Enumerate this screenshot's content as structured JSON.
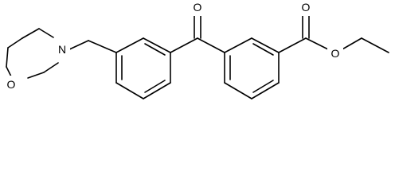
{
  "molecule": {
    "atom_labels": {
      "oxygen_morpholine": "O",
      "nitrogen_morpholine": "N",
      "oxygen_ketone": "O",
      "oxygen_ester_carbonyl": "O",
      "oxygen_ester_ether": "O"
    },
    "colors": {
      "bond": "#000000",
      "label": "#000000",
      "background": "#ffffff"
    }
  }
}
